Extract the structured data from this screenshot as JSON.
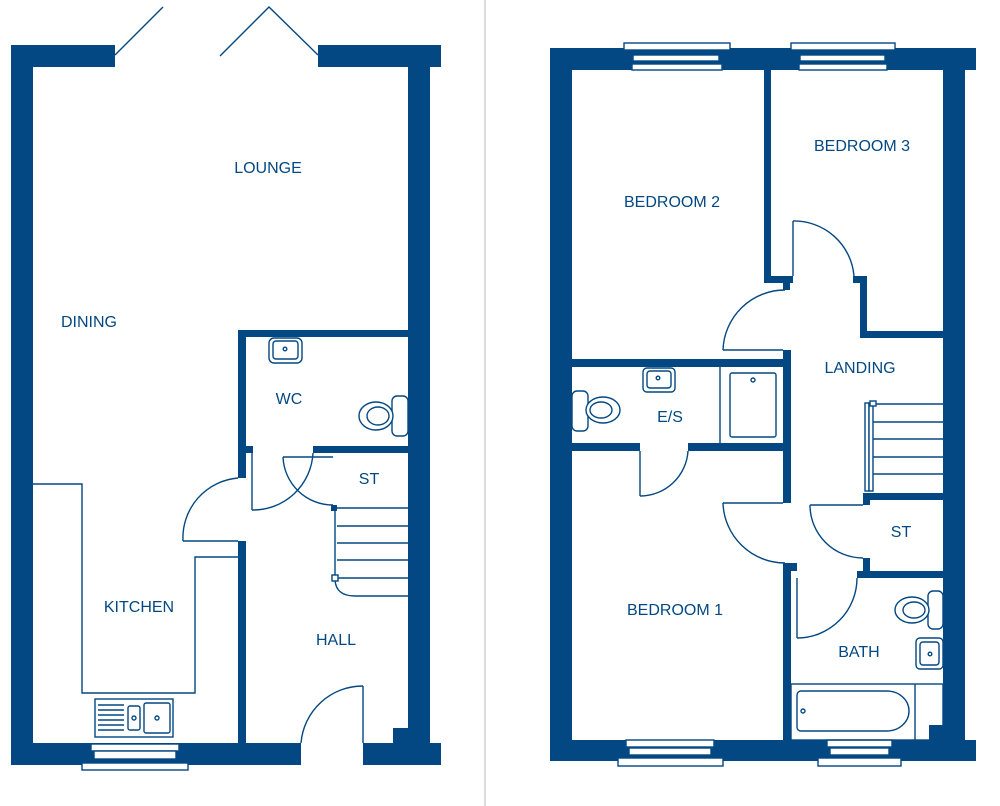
{
  "colors": {
    "wall": "#034882",
    "divider": "#d0d0d0"
  },
  "ground_floor": {
    "rooms": {
      "lounge": "LOUNGE",
      "dining": "DINING",
      "wc": "WC",
      "store": "ST",
      "kitchen": "KITCHEN",
      "hall": "HALL"
    }
  },
  "first_floor": {
    "rooms": {
      "bedroom2": "BEDROOM 2",
      "bedroom3": "BEDROOM 3",
      "landing": "LANDING",
      "ensuite": "E/S",
      "bedroom1": "BEDROOM 1",
      "store": "ST",
      "bath": "BATH"
    }
  }
}
